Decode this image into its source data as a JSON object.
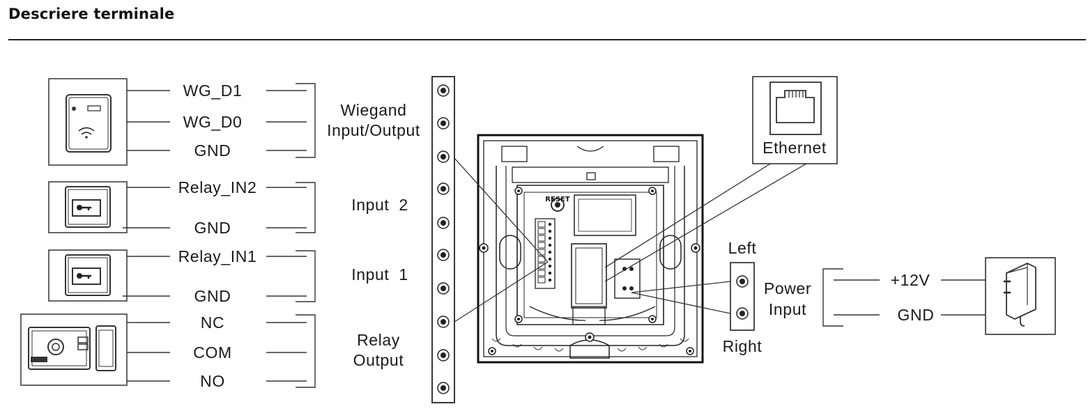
{
  "page": {
    "heading": "Descriere terminale"
  },
  "left_terminals": {
    "wiegand": {
      "labels": [
        "WG_D1",
        "WG_D0",
        "GND"
      ],
      "group_label": [
        "Wiegand",
        "Input/Output"
      ]
    },
    "input2": {
      "labels": [
        "Relay_IN2",
        "GND"
      ],
      "group_label": [
        "Input  2"
      ]
    },
    "input1": {
      "labels": [
        "Relay_IN1",
        "GND"
      ],
      "group_label": [
        "Input  1"
      ]
    },
    "relay": {
      "labels": [
        "NC",
        "COM",
        "NO"
      ],
      "group_label": [
        "Relay",
        "Output"
      ]
    }
  },
  "devices": {
    "card_reader": "card-reader-icon",
    "exit_button_2": "key-button-icon",
    "exit_button_1": "key-button-icon",
    "lock": "electric-lock-icon",
    "ethernet_jack": "rj45-icon",
    "adapter": "power-adapter-icon"
  },
  "right_terminals": {
    "ethernet_label": "Ethernet",
    "left_label": "Left",
    "right_label": "Right",
    "power_label": [
      "Power",
      "Input"
    ],
    "power_wires": [
      "+12V",
      "GND"
    ]
  },
  "device_board": {
    "reset_label": "RESET"
  }
}
